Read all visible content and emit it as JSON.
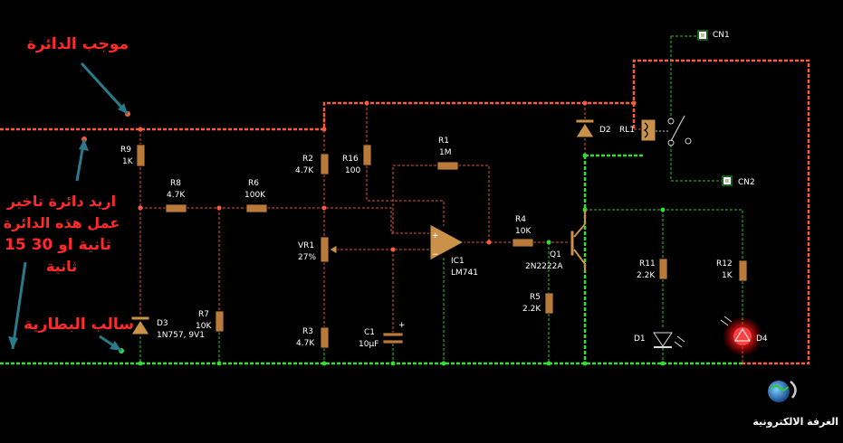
{
  "annotations": {
    "positive": "موجب الدائرة",
    "negative": "سالب البطارية",
    "question": [
      "اريد دائرة تاخير",
      "عمل هذه الدائرة",
      "15 ثانية او 30",
      "ثانية"
    ]
  },
  "components": {
    "R9": [
      "R9",
      "1K"
    ],
    "R8": [
      "R8",
      "4.7K"
    ],
    "R6": [
      "R6",
      "100K"
    ],
    "R2": [
      "R2",
      "4.7K"
    ],
    "R16": [
      "R16",
      "100"
    ],
    "R1": [
      "R1",
      "1M"
    ],
    "VR1": [
      "VR1",
      "27%"
    ],
    "R3": [
      "R3",
      "4.7K"
    ],
    "C1": [
      "C1",
      "10µF"
    ],
    "R7": [
      "R7",
      "10K"
    ],
    "D3": [
      "D3",
      "1N757, 9V1"
    ],
    "IC1": [
      "IC1",
      "LM741"
    ],
    "R4": [
      "R4",
      "10K"
    ],
    "Q1": [
      "Q1",
      "2N2222A"
    ],
    "R5": [
      "R5",
      "2.2K"
    ],
    "D2": "D2",
    "RL1": "RL1",
    "CN1": "CN1",
    "CN2": "CN2",
    "R11": [
      "R11",
      "2.2K"
    ],
    "R12": [
      "R12",
      "1K"
    ],
    "D1": "D1",
    "D4": "D4"
  },
  "opamp_pins": {
    "plus": "+",
    "minus": "−"
  },
  "capacitor_polarity": "+",
  "watermark": "الغرفة الالكترونية",
  "colors": {
    "background": "#000000",
    "positive_rail": "#ff5a3c",
    "ground_rail": "#33dd33",
    "component": "#b97a3a",
    "annotation": "#ff2a2a",
    "arrow": "#2a7a8c",
    "led_on": "#ff3030"
  }
}
